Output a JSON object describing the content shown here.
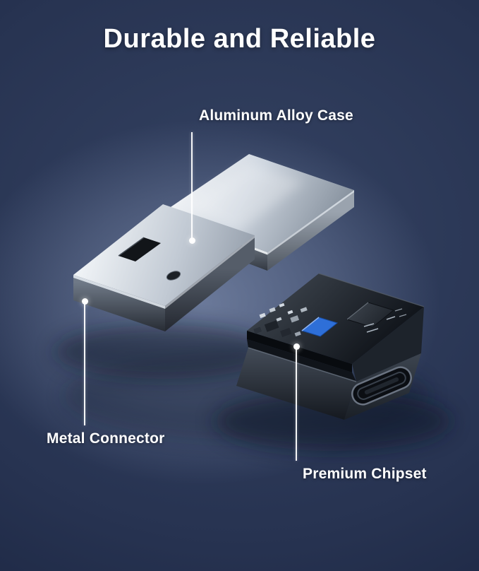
{
  "title": "Durable and Reliable",
  "callouts": {
    "case": {
      "label": "Aluminum Alloy Case"
    },
    "connector": {
      "label": "Metal Connector"
    },
    "chipset": {
      "label": "Premium Chipset"
    }
  },
  "colors": {
    "background_navy": "#202c49",
    "glow_steel_blue": "#8c9bbc",
    "label_text": "#ffffff",
    "metal_highlight": "#f6f9fb",
    "metal_shadow": "#2f353e",
    "chipset_blue": "#2e6fd8",
    "pcb_dark": "#14181e"
  }
}
